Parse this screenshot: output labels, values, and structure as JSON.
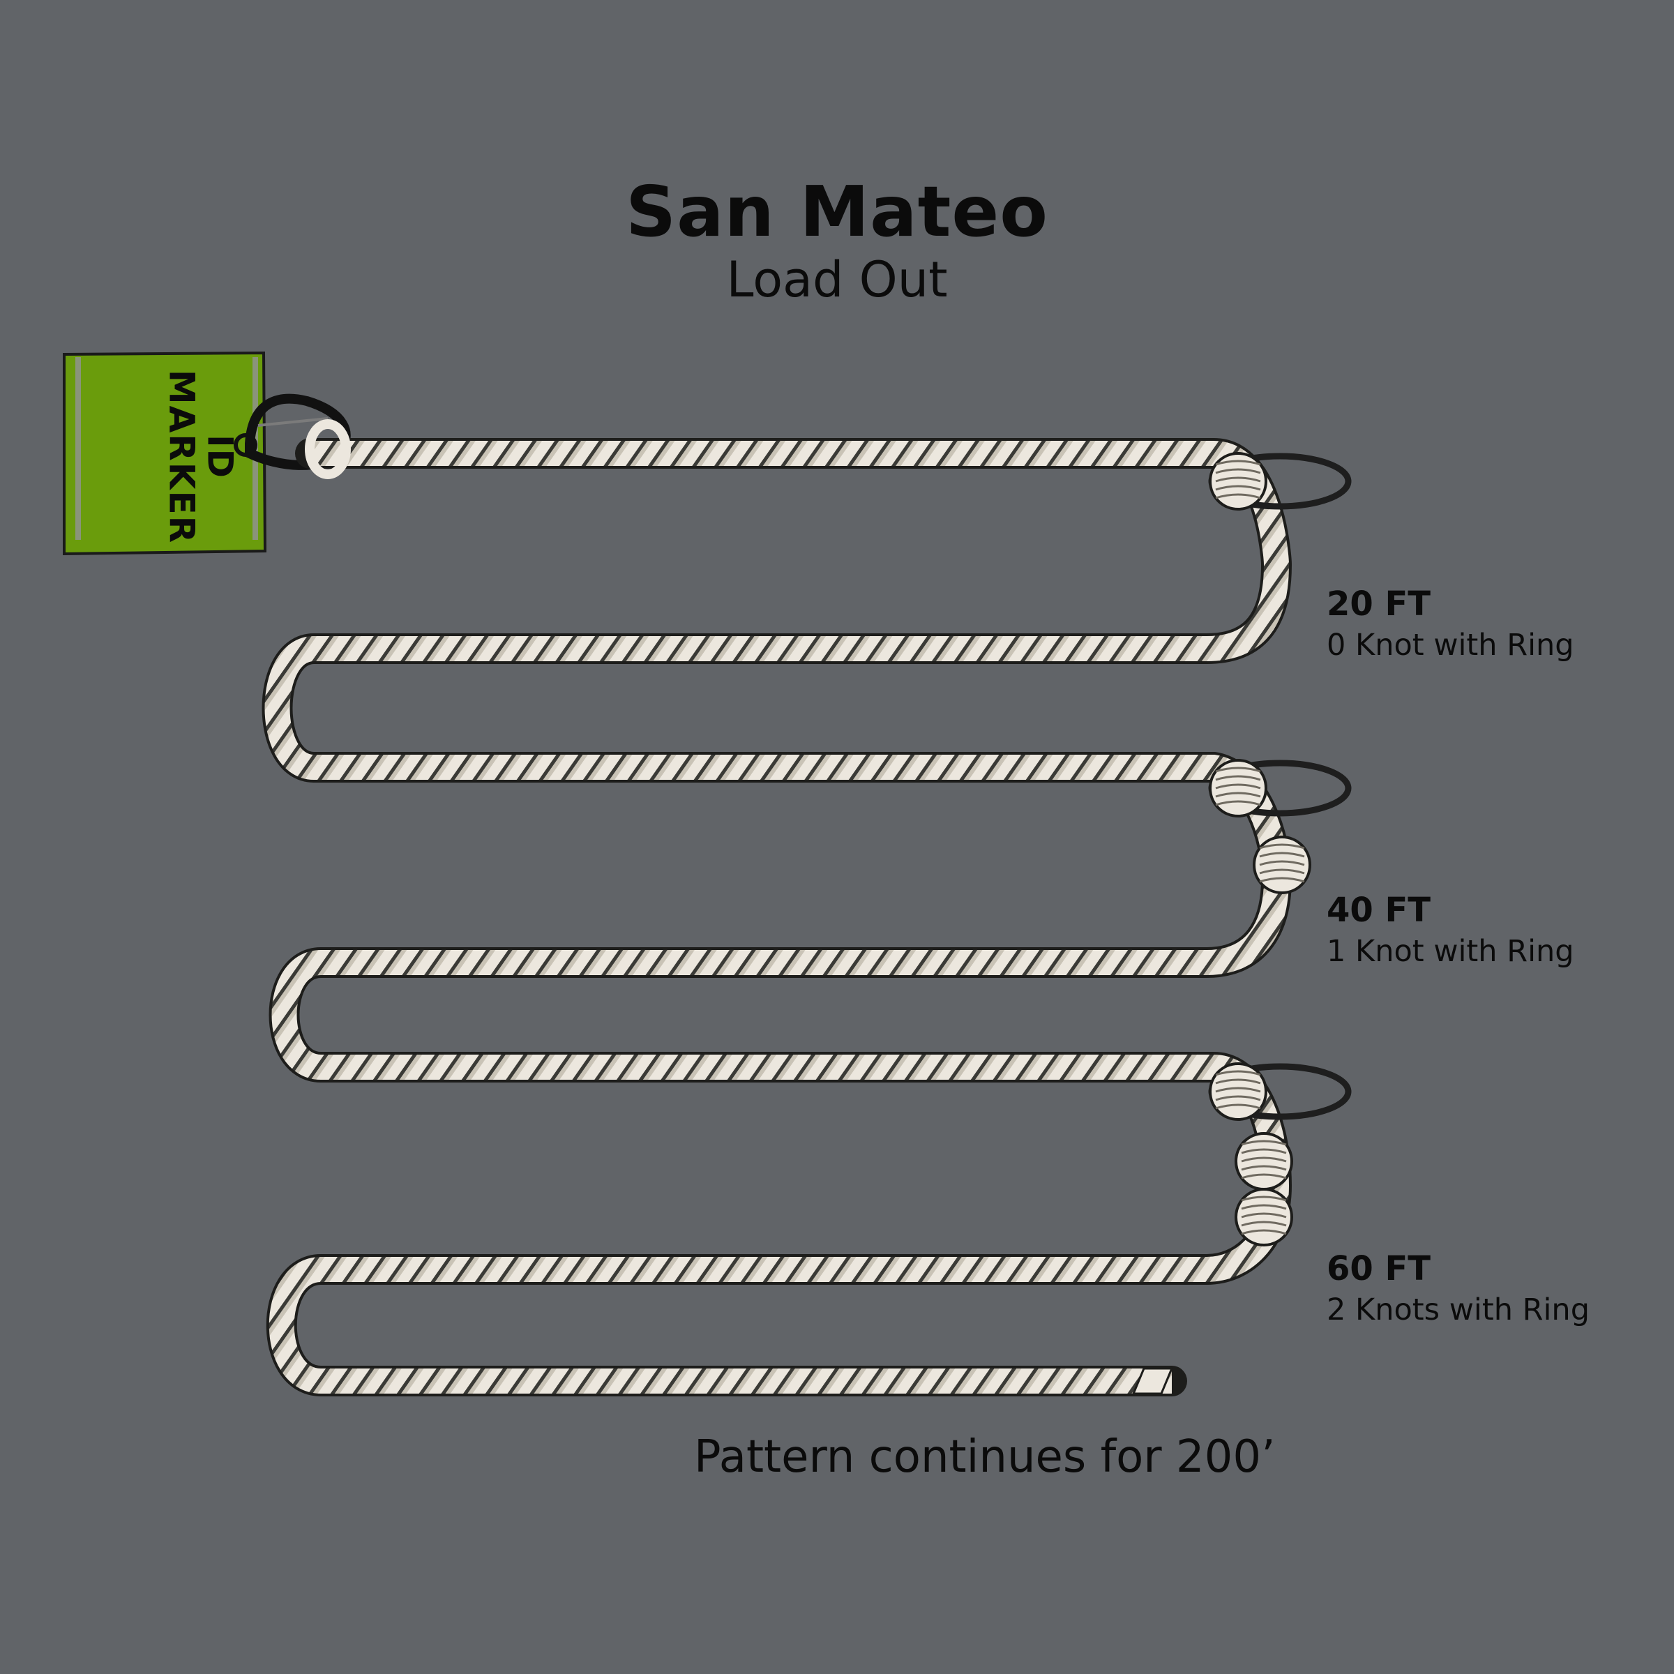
{
  "title": "San Mateo",
  "subtitle": "Load Out",
  "tag": {
    "line1": "ID",
    "line2": "MARKER",
    "color": "#6a9c0c"
  },
  "markers": [
    {
      "distance": "20 FT",
      "description": "0 Knot with Ring",
      "knots": 0
    },
    {
      "distance": "40 FT",
      "description": "1 Knot with Ring",
      "knots": 1
    },
    {
      "distance": "60 FT",
      "description": "2 Knots with Ring",
      "knots": 2
    }
  ],
  "footer": "Pattern continues for 200’",
  "colors": {
    "background": "#616468",
    "rope": "#e9e4da",
    "ring": "#1e1e1e"
  }
}
